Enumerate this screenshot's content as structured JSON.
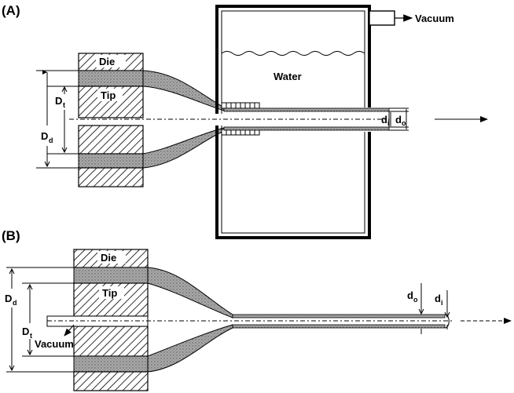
{
  "panel_a": {
    "label": "(A)",
    "die": "Die",
    "tip": "Tip",
    "water": "Water",
    "vacuum": "Vacuum",
    "dim_Dd": "D",
    "dim_Dd_sub": "d",
    "dim_Dt": "D",
    "dim_Dt_sub": "t",
    "dim_di": "d",
    "dim_di_sub": "i",
    "dim_do": "d",
    "dim_do_sub": "o"
  },
  "panel_b": {
    "label": "(B)",
    "die": "Die",
    "tip": "Tip",
    "vacuum": "Vacuum",
    "dim_Dd": "D",
    "dim_Dd_sub": "d",
    "dim_Dt": "D",
    "dim_Dt_sub": "t",
    "dim_do": "d",
    "dim_do_sub": "o",
    "dim_di": "d",
    "dim_di_sub": "i"
  }
}
